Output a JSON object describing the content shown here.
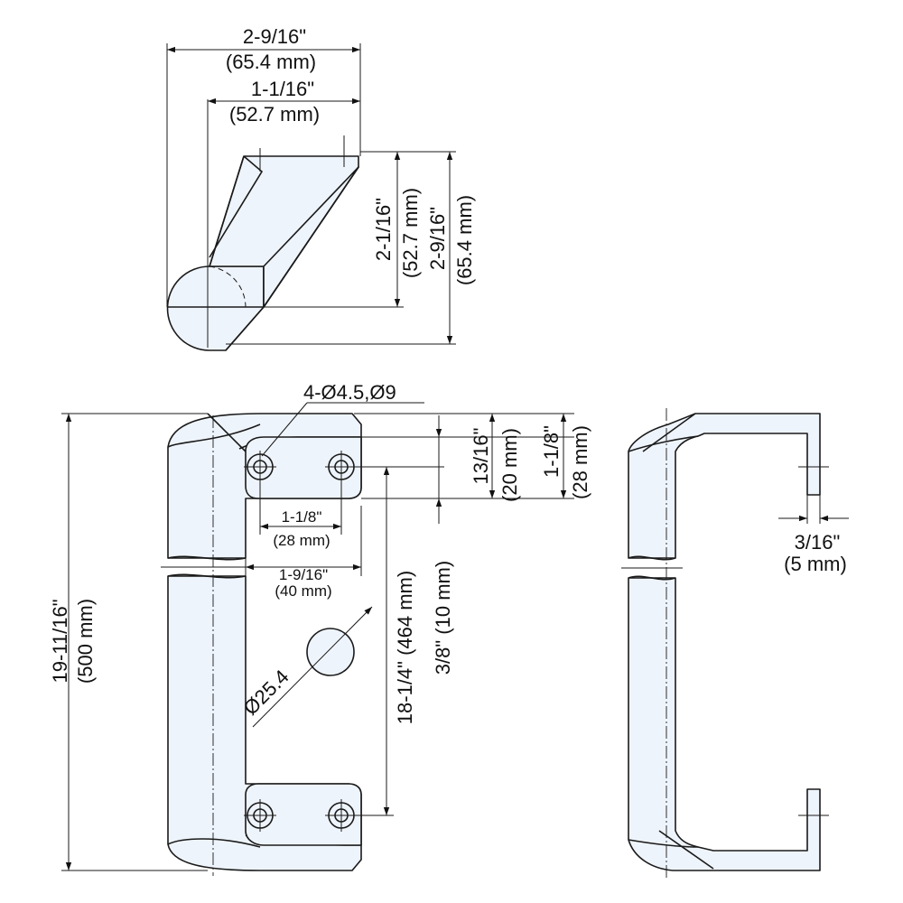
{
  "top_view": {
    "overall_width": {
      "imperial": "2-9/16\"",
      "metric": "(65.4 mm)"
    },
    "foot_span": {
      "imperial": "1-1/16\"",
      "metric": "(52.7 mm)"
    },
    "inner_height": {
      "imperial": "2-1/16\"",
      "metric": "(52.7 mm)"
    },
    "overall_height": {
      "imperial": "2-9/16\"",
      "metric": "(65.4 mm)"
    }
  },
  "front_view": {
    "hole_callout": "4-Ø4.5,Ø9",
    "hole_row_offset": {
      "imperial": "13/16\"",
      "metric": "(20 mm)"
    },
    "foot_length": {
      "imperial": "1-1/8\"",
      "metric": "(28 mm)"
    },
    "hole_spacing": {
      "imperial": "1-1/8\"",
      "metric": "(28 mm)"
    },
    "foot_width": {
      "imperial": "1-9/16\"",
      "metric": "(40 mm)"
    },
    "grip_diameter": "Ø25.4",
    "hole_pitch": "18-1/4\" (464 mm)",
    "foot_edge_offset": "3/8\" (10 mm)",
    "overall_length": {
      "imperial": "19-11/16\"",
      "metric": "(500 mm)"
    }
  },
  "side_view": {
    "base_thickness": {
      "imperial": "3/16\"",
      "metric": "(5 mm)"
    }
  },
  "colors": {
    "fill": "#eef4fb",
    "line": "#1a1a1a"
  }
}
